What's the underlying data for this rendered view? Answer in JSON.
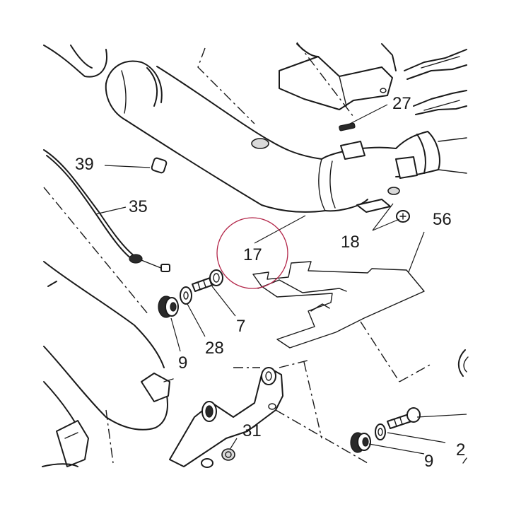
{
  "labels": {
    "p2": "2",
    "p7": "7",
    "p9a": "9",
    "p9b": "9",
    "p17": "17",
    "p18": "18",
    "p27": "27",
    "p28": "28",
    "p31": "31",
    "p35": "35",
    "p39": "39",
    "p56": "56"
  },
  "colors": {
    "line": "#1a1a1a",
    "highlight_circle": "#b3274a",
    "background": "#ffffff"
  },
  "highlighted_label": "17"
}
